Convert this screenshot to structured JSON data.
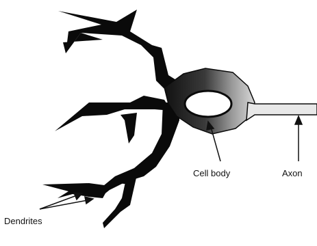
{
  "diagram": {
    "labels": {
      "cell_body": "Cell body",
      "axon": "Axon",
      "dendrites": "Dendrites"
    },
    "colors": {
      "ink": "#0a0a0a",
      "soma_light": "#d8d8d8",
      "soma_mid": "#8a8a8a",
      "nucleus": "#ffffff",
      "axon_fill": "#e8e8e8"
    }
  }
}
